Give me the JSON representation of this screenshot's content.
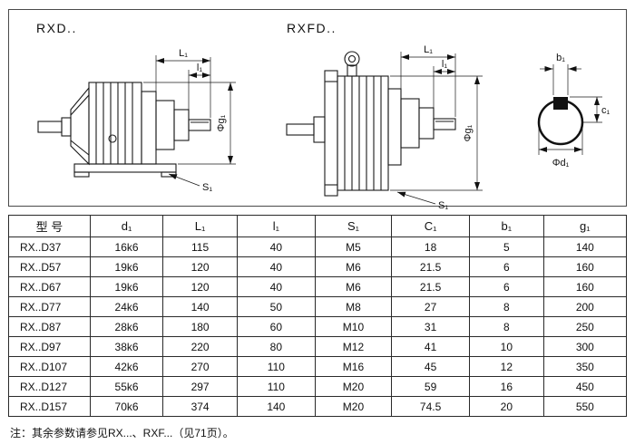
{
  "drawings": {
    "rxd_label": "RXD..",
    "rxfd_label": "RXFD..",
    "dims": {
      "L1": "L₁",
      "l1": "l₁",
      "g1": "Φg₁",
      "S1": "S₁",
      "b1": "b₁",
      "c1": "c₁",
      "d1": "Φd₁"
    }
  },
  "table": {
    "headers": [
      "型  号",
      "d₁",
      "L₁",
      "l₁",
      "S₁",
      "C₁",
      "b₁",
      "g₁"
    ],
    "rows": [
      [
        "RX..D37",
        "16k6",
        "115",
        "40",
        "M5",
        "18",
        "5",
        "140"
      ],
      [
        "RX..D57",
        "19k6",
        "120",
        "40",
        "M6",
        "21.5",
        "6",
        "160"
      ],
      [
        "RX..D67",
        "19k6",
        "120",
        "40",
        "M6",
        "21.5",
        "6",
        "160"
      ],
      [
        "RX..D77",
        "24k6",
        "140",
        "50",
        "M8",
        "27",
        "8",
        "200"
      ],
      [
        "RX..D87",
        "28k6",
        "180",
        "60",
        "M10",
        "31",
        "8",
        "250"
      ],
      [
        "RX..D97",
        "38k6",
        "220",
        "80",
        "M12",
        "41",
        "10",
        "300"
      ],
      [
        "RX..D107",
        "42k6",
        "270",
        "110",
        "M16",
        "45",
        "12",
        "350"
      ],
      [
        "RX..D127",
        "55k6",
        "297",
        "110",
        "M20",
        "59",
        "16",
        "450"
      ],
      [
        "RX..D157",
        "70k6",
        "374",
        "140",
        "M20",
        "74.5",
        "20",
        "550"
      ]
    ]
  },
  "note": "注：其余参数请参见RX...、RXF...（见71页）。"
}
